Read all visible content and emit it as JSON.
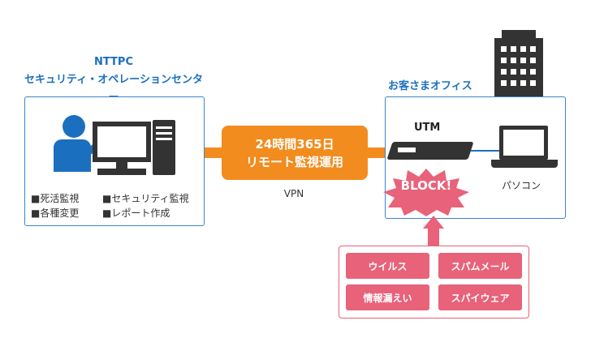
{
  "soc": {
    "title_line1": "NTTPC",
    "title_line2": "セキュリティ・オペレーションセンター",
    "services": [
      "■死活監視",
      "■セキュリティ監視",
      "■各種変更",
      "■レポート作成"
    ]
  },
  "vpn": {
    "banner_line1": "24時間365日",
    "banner_line2": "リモート監視運用",
    "label": "VPN"
  },
  "office": {
    "title": "お客さまオフィス",
    "utm_label": "UTM",
    "pc_label": "パソコン",
    "block_label": "BLOCK!"
  },
  "threats": [
    "ウイルス",
    "スパムメール",
    "情報漏えい",
    "スパイウェア"
  ],
  "colors": {
    "blue": "#1b6fbf",
    "orange": "#f28c1e",
    "pink": "#e8627a",
    "dark": "#333333"
  }
}
